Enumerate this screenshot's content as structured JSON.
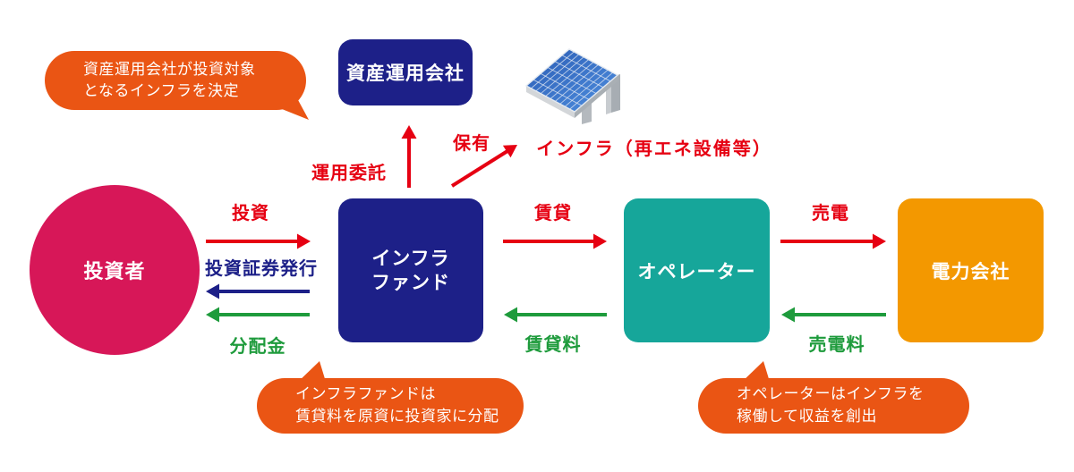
{
  "nodes": {
    "asset_manager": {
      "label": "資産運用会社",
      "color": "#1d2088"
    },
    "fund": {
      "label_lines": [
        "インフラ",
        "ファンド"
      ],
      "color": "#1d2088"
    },
    "investor": {
      "label": "投資者",
      "color": "#d71758"
    },
    "operator": {
      "label": "オペレーター",
      "color": "#16a69a"
    },
    "power_company": {
      "label": "電力会社",
      "color": "#f39800"
    },
    "infrastructure": {
      "label": "インフラ（再エネ設備等）",
      "color": "#e60012",
      "icon": "solar-panel-icon"
    }
  },
  "flows": {
    "investment": {
      "label": "投資",
      "color": "#e60012"
    },
    "securities_issuance": {
      "label": "投資証券発行",
      "color": "#1d2088"
    },
    "distribution": {
      "label": "分配金",
      "color": "#1e9b3c"
    },
    "management_delegation": {
      "label": "運用委託",
      "color": "#e60012"
    },
    "ownership": {
      "label": "保有",
      "color": "#e60012"
    },
    "rent": {
      "label": "賃貸",
      "color": "#e60012"
    },
    "rent_payment": {
      "label": "賃貸料",
      "color": "#1e9b3c"
    },
    "power_sale": {
      "label": "売電",
      "color": "#e60012"
    },
    "power_payment": {
      "label": "売電料",
      "color": "#1e9b3c"
    }
  },
  "callouts": {
    "asset_manager_note": {
      "lines": [
        "資産運用会社が投資対象",
        "となるインフラを決定"
      ],
      "color": "#ea5514"
    },
    "fund_note": {
      "lines": [
        "インフラファンドは",
        "賃貸料を原資に投資家に分配"
      ],
      "color": "#ea5514"
    },
    "operator_note": {
      "lines": [
        "オペレーターはインフラを",
        "稼働して収益を創出"
      ],
      "color": "#ea5514"
    }
  }
}
